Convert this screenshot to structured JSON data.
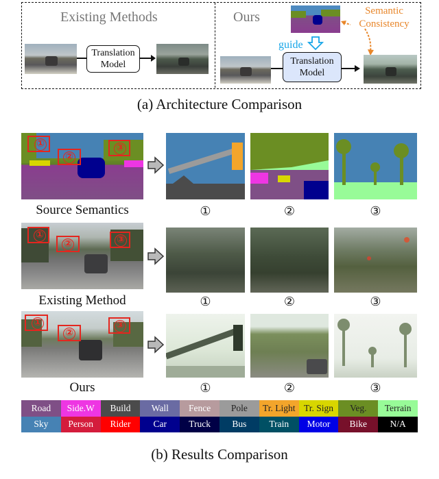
{
  "architecture": {
    "existing_title": "Existing Methods",
    "ours_title": "Ours",
    "model_label": "Translation Model",
    "guide_label": "guide",
    "semantic_label": "Semantic Consistency",
    "caption": "(a) Architecture Comparison"
  },
  "results": {
    "row_labels": [
      "Source Semantics",
      "Existing Method",
      "Ours"
    ],
    "crop_numbers": [
      "①",
      "②",
      "③"
    ],
    "caption": "(b) Results Comparison"
  },
  "legend": [
    {
      "label": "Road",
      "color": "#7f4f86",
      "dark": false
    },
    {
      "label": "Side.W",
      "color": "#ee36e3",
      "dark": false
    },
    {
      "label": "Build",
      "color": "#4b4b4b",
      "dark": false
    },
    {
      "label": "Wall",
      "color": "#6a6ba3",
      "dark": false
    },
    {
      "label": "Fence",
      "color": "#b79b9e",
      "dark": false
    },
    {
      "label": "Pole",
      "color": "#9b9b9b",
      "dark": true
    },
    {
      "label": "Tr. Light",
      "color": "#f3a52b",
      "dark": true
    },
    {
      "label": "Tr. Sign",
      "color": "#d8d600",
      "dark": true
    },
    {
      "label": "Veg.",
      "color": "#6b8e23",
      "dark": true
    },
    {
      "label": "Terrain",
      "color": "#98fb98",
      "dark": true
    },
    {
      "label": "Sky",
      "color": "#4682b4",
      "dark": false
    },
    {
      "label": "Person",
      "color": "#d41c3c",
      "dark": false
    },
    {
      "label": "Rider",
      "color": "#ff0000",
      "dark": false
    },
    {
      "label": "Car",
      "color": "#00008e",
      "dark": false
    },
    {
      "label": "Truck",
      "color": "#000046",
      "dark": false
    },
    {
      "label": "Bus",
      "color": "#003c64",
      "dark": false
    },
    {
      "label": "Train",
      "color": "#005064",
      "dark": false
    },
    {
      "label": "Motor",
      "color": "#0000e6",
      "dark": false
    },
    {
      "label": "Bike",
      "color": "#77102a",
      "dark": false
    },
    {
      "label": "N/A",
      "color": "#000000",
      "dark": false
    }
  ],
  "colors": {
    "accent_red": "#e4261f",
    "orange": "#e8862a",
    "guide_blue": "#16a5e8"
  }
}
